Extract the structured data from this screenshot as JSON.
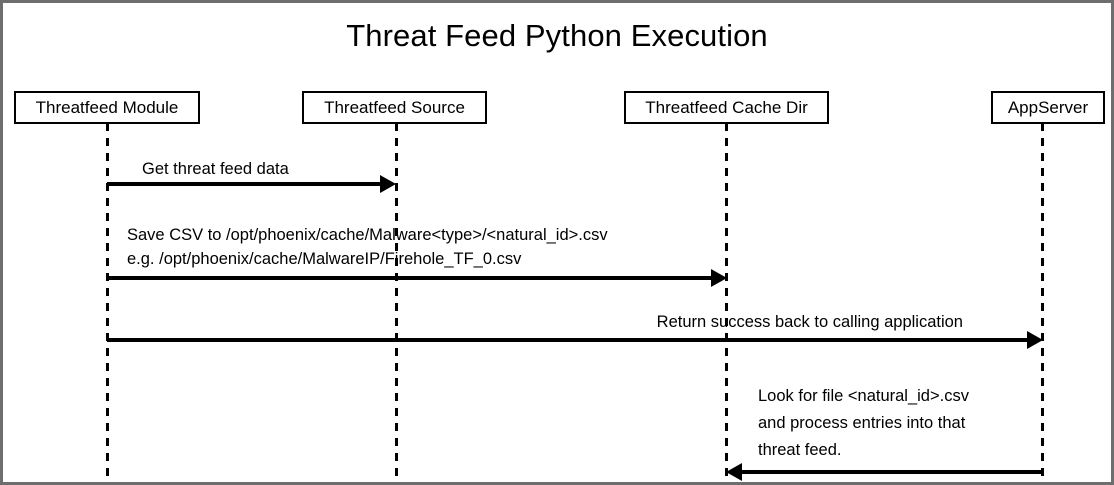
{
  "diagram": {
    "title": "Threat Feed Python Execution",
    "type": "sequence-diagram",
    "colors": {
      "frame_border": "#6e6e6e",
      "background": "#ffffff",
      "line": "#000000",
      "text": "#000000"
    }
  },
  "actors": [
    {
      "id": "threatfeed-module",
      "label": "Threatfeed Module"
    },
    {
      "id": "threatfeed-source",
      "label": "Threatfeed Source"
    },
    {
      "id": "threatfeed-cache-dir",
      "label": "Threatfeed Cache Dir"
    },
    {
      "id": "appserver",
      "label": "AppServer"
    }
  ],
  "messages": [
    {
      "id": "get-threat-feed-data",
      "from": "threatfeed-module",
      "to": "threatfeed-source",
      "direction": "right",
      "label_line1": "Get threat feed data"
    },
    {
      "id": "save-csv",
      "from": "threatfeed-module",
      "to": "threatfeed-cache-dir",
      "direction": "right",
      "label_line1": "Save CSV to /opt/phoenix/cache/Malware<type>/<natural_id>.csv",
      "label_line2": "e.g. /opt/phoenix/cache/MalwareIP/Firehole_TF_0.csv"
    },
    {
      "id": "return-success",
      "from": "threatfeed-module",
      "to": "appserver",
      "direction": "right",
      "label_line1": "Return success back to calling application"
    },
    {
      "id": "look-for-file",
      "from": "appserver",
      "to": "threatfeed-cache-dir",
      "direction": "left",
      "label_line1": "Look for file <natural_id>.csv",
      "label_line2": "and process entries into that",
      "label_line3": "threat feed."
    }
  ]
}
